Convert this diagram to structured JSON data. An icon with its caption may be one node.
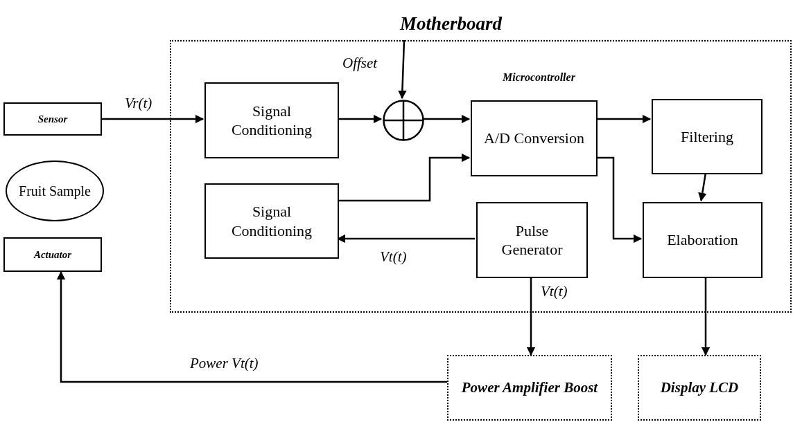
{
  "diagram": {
    "nodes": [
      {
        "text": [
          "Motherboard"
        ]
      },
      {
        "text": [
          "Sensor"
        ]
      },
      {
        "text": [
          "Fruit Sample"
        ]
      },
      {
        "text": [
          "Actuator"
        ]
      },
      {
        "text": [
          "Signal Conditioning"
        ],
        "in": 0
      },
      {
        "text": [],
        "shape": "circle",
        "in": 0
      },
      {
        "text": [
          "A/D Conversion"
        ],
        "in": 0
      },
      {
        "text": [
          "Filtering"
        ],
        "in": 0
      },
      {
        "text": [
          "Signal Conditioning"
        ],
        "in": 0
      },
      {
        "text": [
          "Pulse Generator"
        ],
        "in": 0
      },
      {
        "text": [
          "Elaboration"
        ],
        "in": 0
      },
      {
        "text": [
          "Power Amplifier Boost"
        ]
      },
      {
        "text": [
          "Display LCD"
        ]
      }
    ],
    "edges": [
      {
        "from": 1,
        "to": 4,
        "arrow": "to",
        "label": "Vr(t)"
      },
      {
        "from": 4,
        "to": 5,
        "arrow": "to"
      },
      {
        "from": null,
        "to": 5,
        "arrow": "to",
        "label": "Offset"
      },
      {
        "from": 5,
        "to": 6,
        "arrow": "to"
      },
      {
        "from": 8,
        "to": 6,
        "arrow": "to"
      },
      {
        "from": 6,
        "to": 7,
        "arrow": "to"
      },
      {
        "from": 6,
        "to": 10,
        "arrow": "to"
      },
      {
        "from": 7,
        "to": 10,
        "arrow": "to"
      },
      {
        "from": 9,
        "to": 8,
        "arrow": "to",
        "label": "Vt(t)"
      },
      {
        "from": 9,
        "to": 11,
        "arrow": "to",
        "label": "Vt(t)"
      },
      {
        "from": 10,
        "to": 12,
        "arrow": "to"
      },
      {
        "from": 11,
        "to": 3,
        "arrow": "to",
        "label": "Power Vt(t)"
      }
    ],
    "labels": [
      "Microcontroller"
    ]
  }
}
